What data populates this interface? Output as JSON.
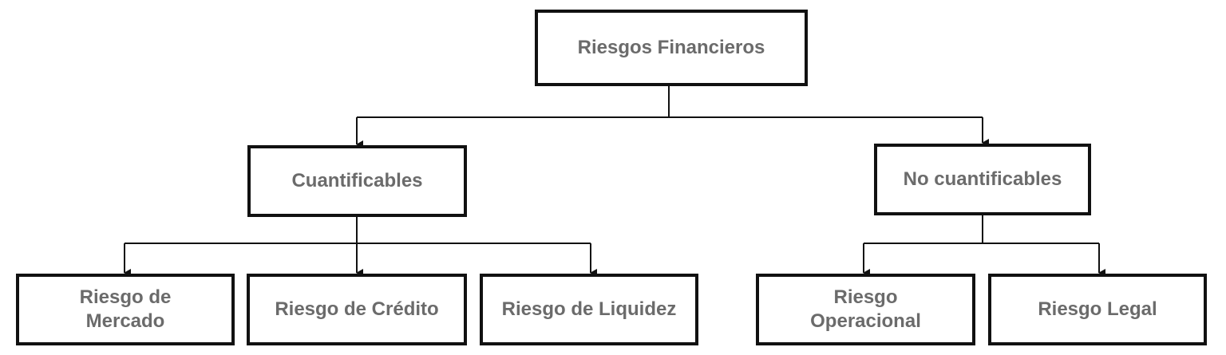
{
  "diagram": {
    "root": {
      "label": "Riesgos Financieros"
    },
    "branches": [
      {
        "label": "Cuantificables",
        "children": [
          {
            "label": "Riesgo de Mercado"
          },
          {
            "label": "Riesgo de Crédito"
          },
          {
            "label": "Riesgo de Liquidez"
          }
        ]
      },
      {
        "label": "No cuantificables",
        "children": [
          {
            "label": "Riesgo Operacional"
          },
          {
            "label": "Riesgo Legal"
          }
        ]
      }
    ]
  },
  "colors": {
    "text": "#6b6b6b",
    "border": "#111111",
    "connector": "#111111",
    "background": "#ffffff"
  }
}
